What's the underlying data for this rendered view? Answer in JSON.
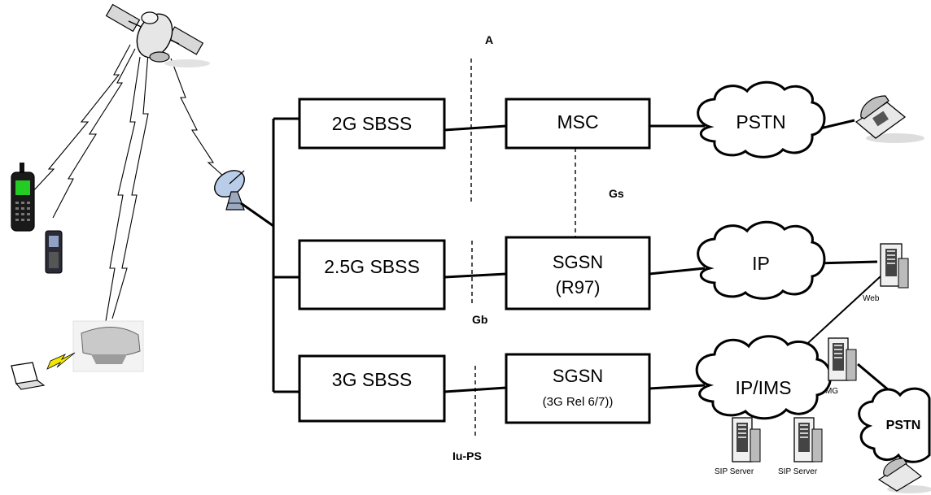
{
  "nodes": {
    "sbss_2g": "2G SBSS",
    "sbss_25g": "2.5G SBSS",
    "sbss_3g": "3G SBSS",
    "msc": "MSC",
    "sgsn_r97_line1": "SGSN",
    "sgsn_r97_line2": "(R97)",
    "sgsn_3g_line1": "SGSN",
    "sgsn_3g_line2": "(3G Rel 6/7))"
  },
  "clouds": {
    "pstn_top": "PSTN",
    "ip": "IP",
    "ip_ims": "IP/IMS",
    "pstn_bottom": "PSTN"
  },
  "interfaces": {
    "a": "A",
    "gs": "Gs",
    "gb": "Gb",
    "iu_ps": "Iu-PS"
  },
  "servers": {
    "web": "Web",
    "sip1": "SIP Server",
    "sip2": "SIP Server",
    "mg": "MG"
  },
  "icons": [
    "satellite-icon",
    "satellite-dish-icon",
    "mobile-phone-icon",
    "handheld-phone-icon",
    "satellite-terminal-icon",
    "laptop-icon",
    "desk-telephone-icon",
    "server-icon"
  ],
  "colors": {
    "line": "#000000",
    "screen": "#22cc22",
    "lightning": "#f2e600"
  }
}
